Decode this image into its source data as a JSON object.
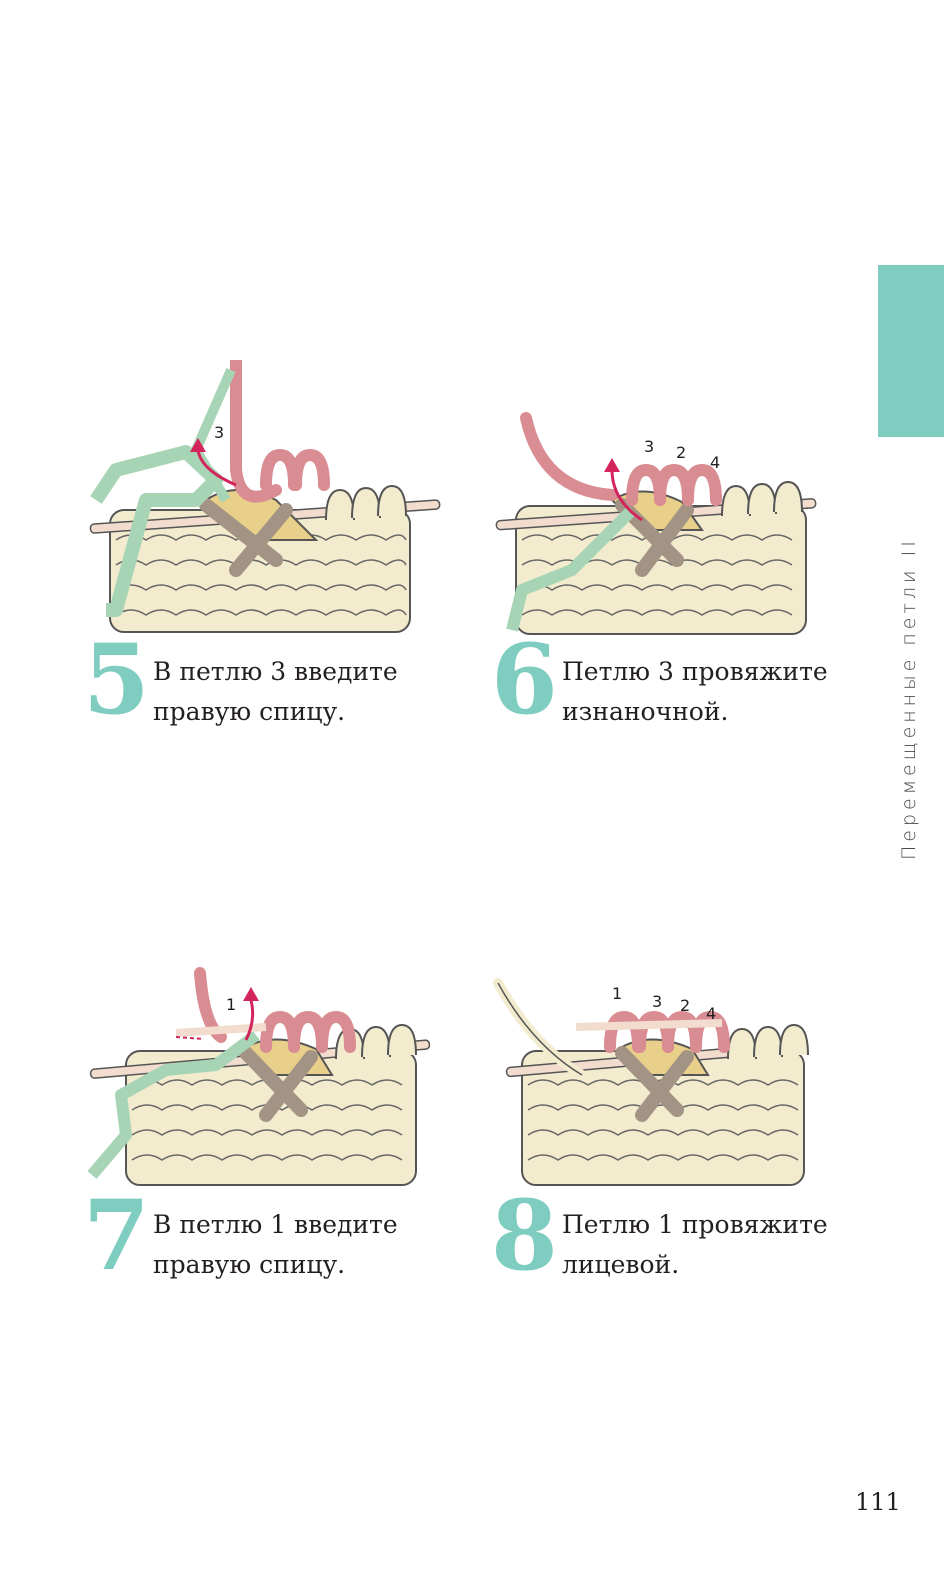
{
  "side_title": "Перемещенные петли II",
  "page_number": "111",
  "colors": {
    "accent": "#7fcdc0",
    "yarn_cream": "#f2ebcd",
    "yarn_pink": "#d98c92",
    "yarn_taupe": "#a29384",
    "yarn_yellow": "#e8d08a",
    "needle_green": "#a8d4b6",
    "arrow_red": "#d4245c"
  },
  "steps": [
    {
      "number": "5",
      "line1": "В петлю 3 введите",
      "line2": "правую спицу.",
      "labels": [
        "3"
      ]
    },
    {
      "number": "6",
      "line1": "Петлю 3 провяжите",
      "line2": "изнаночной.",
      "labels": [
        "3",
        "2",
        "4"
      ]
    },
    {
      "number": "7",
      "line1": "В петлю 1 введите",
      "line2": "правую спицу.",
      "labels": [
        "1"
      ]
    },
    {
      "number": "8",
      "line1": "Петлю 1 провяжите",
      "line2": "лицевой.",
      "labels": [
        "1",
        "3",
        "2",
        "4"
      ]
    }
  ]
}
